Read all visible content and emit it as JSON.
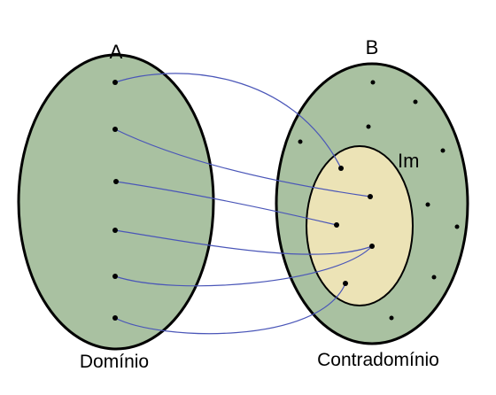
{
  "labels": {
    "set_a": "A",
    "set_b": "B",
    "image": "Im",
    "domain": "Domínio",
    "codomain": "Contradomínio"
  },
  "colors": {
    "set_fill": "#a9c1a1",
    "image_fill": "#ece3b6",
    "arrow": "#4a56b8",
    "outline": "#000000"
  }
}
